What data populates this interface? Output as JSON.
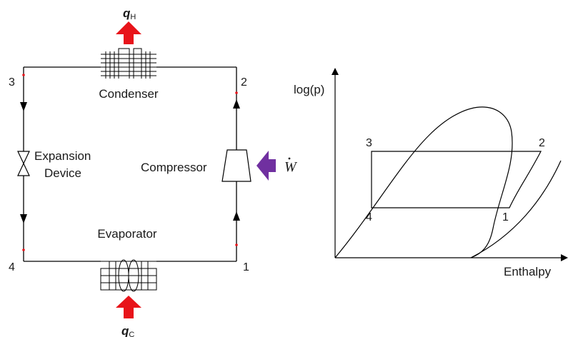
{
  "cycle": {
    "labels": {
      "condenser": "Condenser",
      "evaporator": "Evaporator",
      "compressor": "Compressor",
      "expansion_line1": "Expansion",
      "expansion_line2": "Device"
    },
    "heat_out": {
      "symbol": "q",
      "subscript": "H",
      "arrow_color": "#e8141a"
    },
    "heat_in": {
      "symbol": "q",
      "subscript": "C",
      "arrow_color": "#e8141a"
    },
    "work": {
      "symbol": "W",
      "arrow_color": "#7030a0"
    },
    "state_points": [
      "1",
      "2",
      "3",
      "4"
    ],
    "node_color": "#e8141a"
  },
  "ph_diagram": {
    "y_label": "log(p)",
    "x_label": "Enthalpy",
    "state_points": [
      "1",
      "2",
      "3",
      "4"
    ]
  }
}
